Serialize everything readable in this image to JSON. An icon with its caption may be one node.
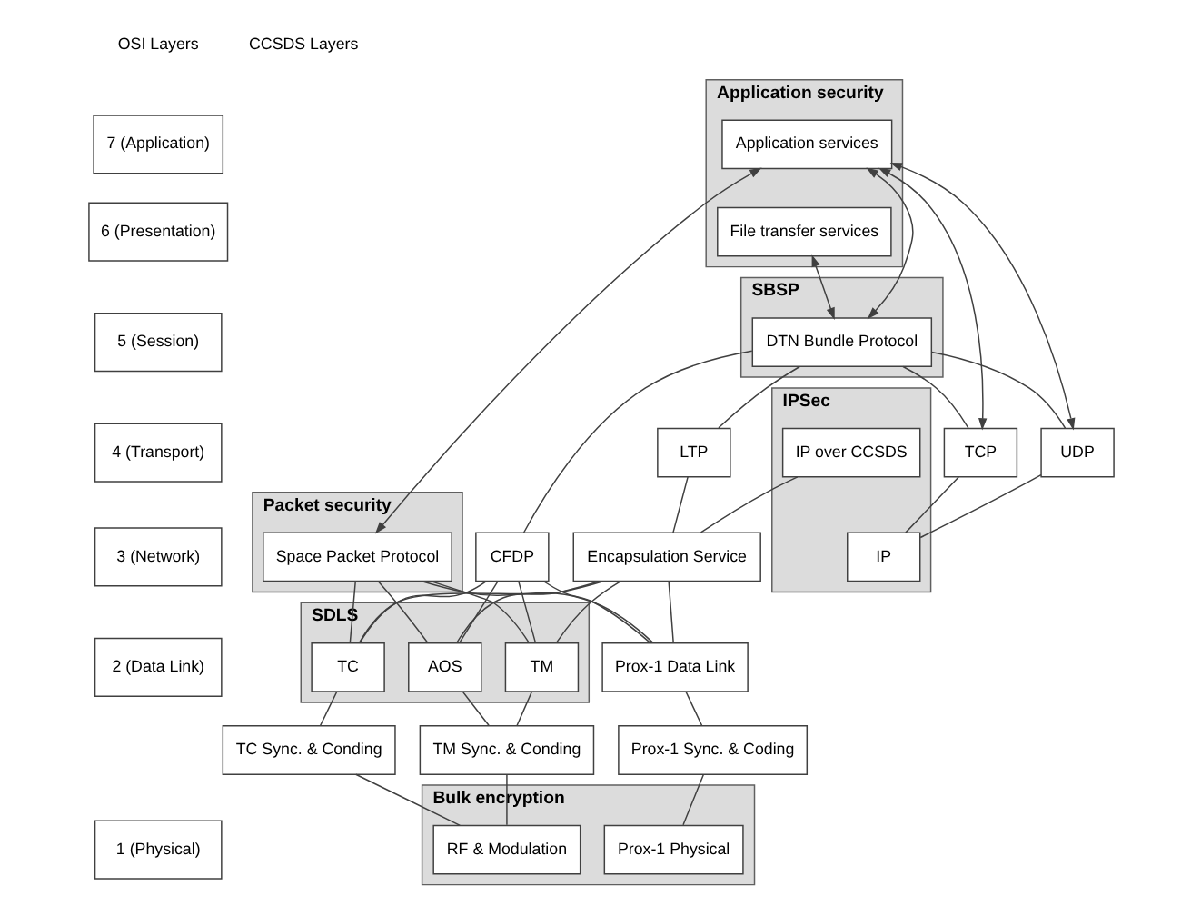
{
  "diagram": {
    "nodes": [
      {
        "text": [
          "7 (Application)"
        ]
      },
      {
        "text": [
          "6 (Presentation)"
        ]
      },
      {
        "text": [
          "5 (Session)"
        ]
      },
      {
        "text": [
          "4 (Transport)"
        ]
      },
      {
        "text": [
          "3 (Network)"
        ]
      },
      {
        "text": [
          "2 (Data Link)"
        ]
      },
      {
        "text": [
          "1 (Physical)"
        ]
      },
      {
        "text": [
          "Application security"
        ]
      },
      {
        "text": [
          "Application services"
        ],
        "in": 7
      },
      {
        "text": [
          "File transfer services"
        ],
        "in": 7
      },
      {
        "text": [
          "CFDP"
        ]
      },
      {
        "text": [
          "SBSP"
        ]
      },
      {
        "text": [
          "DTN Bundle Protocol"
        ],
        "in": 11
      },
      {
        "text": [
          "Packet security"
        ]
      },
      {
        "text": [
          "Space Packet Protocol"
        ],
        "in": 13
      },
      {
        "text": [
          "TCP"
        ]
      },
      {
        "text": [
          "UDP"
        ]
      },
      {
        "text": [
          "LTP"
        ]
      },
      {
        "text": [
          "IPSec"
        ]
      },
      {
        "text": [
          "IP"
        ],
        "in": 18
      },
      {
        "text": [
          "IP over CCSDS"
        ],
        "in": 18
      },
      {
        "text": [
          "Encapsulation Service"
        ]
      },
      {
        "text": [
          "SDLS"
        ]
      },
      {
        "text": [
          "TC"
        ],
        "in": 22
      },
      {
        "text": [
          "TM"
        ],
        "in": 22
      },
      {
        "text": [
          "AOS"
        ],
        "in": 22
      },
      {
        "text": [
          "Prox-1 Data Link"
        ]
      },
      {
        "text": [
          "TC Sync. & Conding"
        ]
      },
      {
        "text": [
          "TM Sync. & Conding"
        ]
      },
      {
        "text": [
          "Prox-1 Sync. & Coding"
        ]
      },
      {
        "text": [
          "Bulk encryption"
        ]
      },
      {
        "text": [
          "RF & Modulation"
        ],
        "in": 30
      },
      {
        "text": [
          "Prox-1 Physical"
        ],
        "in": 30
      }
    ],
    "edges": [
      {
        "from": 8,
        "to": 14,
        "arrow": "both"
      },
      {
        "from": 8,
        "to": 15,
        "arrow": "both"
      },
      {
        "from": 8,
        "to": 16,
        "arrow": "both"
      },
      {
        "from": 8,
        "to": 12,
        "arrow": "both"
      },
      {
        "from": 9,
        "to": 12,
        "arrow": "both"
      },
      {
        "from": 12,
        "to": 10,
        "arrow": "none"
      },
      {
        "from": 12,
        "to": 15,
        "arrow": "none"
      },
      {
        "from": 12,
        "to": 16,
        "arrow": "none"
      },
      {
        "from": 12,
        "to": 17,
        "arrow": "none"
      },
      {
        "from": 15,
        "to": 19,
        "arrow": "none"
      },
      {
        "from": 16,
        "to": 19,
        "arrow": "none"
      },
      {
        "from": 20,
        "to": 21,
        "arrow": "none"
      },
      {
        "from": 17,
        "to": 21,
        "arrow": "none"
      },
      {
        "from": 14,
        "to": 23,
        "arrow": "none"
      },
      {
        "from": 14,
        "to": 24,
        "arrow": "none"
      },
      {
        "from": 14,
        "to": 25,
        "arrow": "none"
      },
      {
        "from": 14,
        "to": 26,
        "arrow": "none"
      },
      {
        "from": 21,
        "to": 23,
        "arrow": "none"
      },
      {
        "from": 21,
        "to": 24,
        "arrow": "none"
      },
      {
        "from": 21,
        "to": 25,
        "arrow": "none"
      },
      {
        "from": 21,
        "to": 26,
        "arrow": "none"
      },
      {
        "from": 10,
        "to": 23,
        "arrow": "none"
      },
      {
        "from": 10,
        "to": 24,
        "arrow": "none"
      },
      {
        "from": 10,
        "to": 25,
        "arrow": "none"
      },
      {
        "from": 10,
        "to": 26,
        "arrow": "none"
      },
      {
        "from": 23,
        "to": 27,
        "arrow": "none"
      },
      {
        "from": 24,
        "to": 28,
        "arrow": "none"
      },
      {
        "from": 25,
        "to": 28,
        "arrow": "none"
      },
      {
        "from": 26,
        "to": 29,
        "arrow": "none"
      },
      {
        "from": 27,
        "to": 31,
        "arrow": "none"
      },
      {
        "from": 28,
        "to": 31,
        "arrow": "none"
      },
      {
        "from": 29,
        "to": 32,
        "arrow": "none"
      }
    ],
    "labels": [
      "OSI Layers",
      "CCSDS Layers"
    ]
  }
}
